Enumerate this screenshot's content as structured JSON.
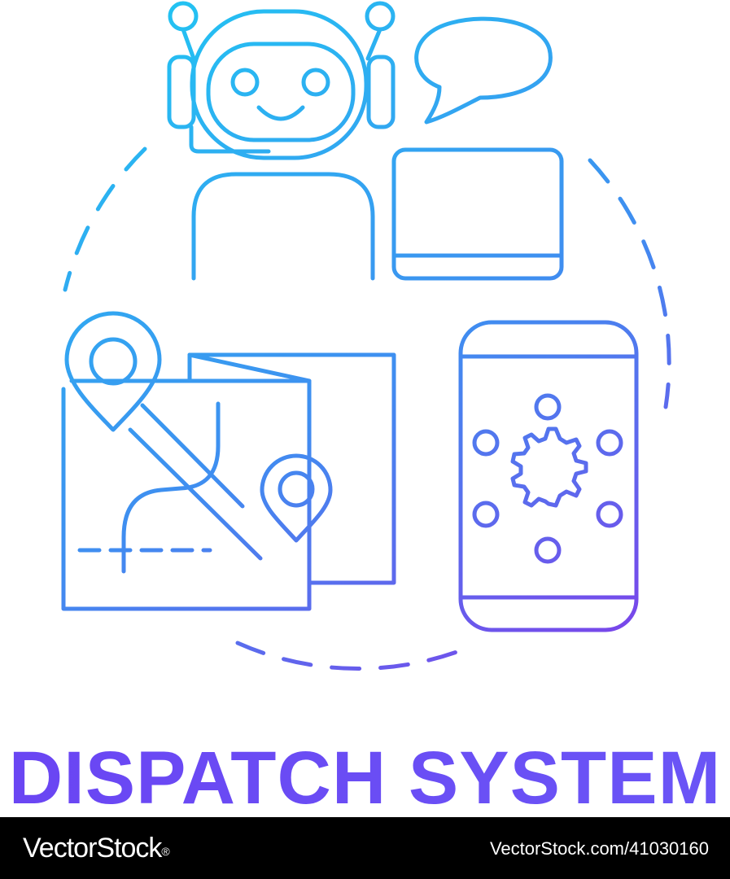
{
  "title": "DISPATCH SYSTEM",
  "footer": {
    "brand": "VectorStock",
    "brand_mark": "®",
    "stock_id": "VectorStock.com/41030160"
  },
  "colors": {
    "gradient_top": "#22c3f2",
    "gradient_bottom": "#7a45ea",
    "title": "#6a4cf5",
    "footer_bg": "#000000",
    "footer_text": "#ffffff"
  },
  "icons": [
    "robot-operator-icon",
    "speech-bubble-icon",
    "laptop-icon",
    "map-icon",
    "location-pin-icon",
    "smartphone-icon",
    "gear-network-icon"
  ]
}
